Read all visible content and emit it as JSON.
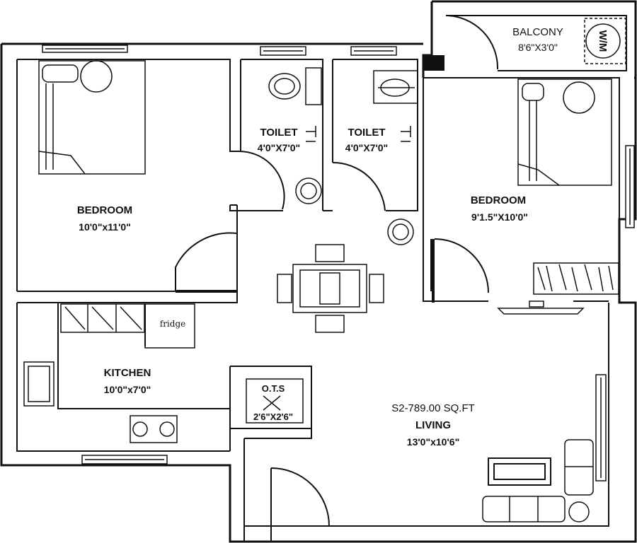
{
  "plan": {
    "area_text": "S2-789.00 SQ.FT",
    "fridge_label": "fridge",
    "rooms": {
      "bedroom_left": {
        "name": "BEDROOM",
        "size": "10'0\"x11'0\""
      },
      "toilet_left": {
        "name": "TOILET",
        "size": "4'0\"X7'0\""
      },
      "toilet_right": {
        "name": "TOILET",
        "size": "4'0\"X7'0\""
      },
      "bedroom_right": {
        "name": "BEDROOM",
        "size": "9'1.5\"X10'0\""
      },
      "balcony": {
        "name": "BALCONY",
        "size": "8'6\"X3'0\""
      },
      "kitchen": {
        "name": "KITCHEN",
        "size": "10'0\"x7'0\""
      },
      "living": {
        "name": "LIVING",
        "size": "13'0\"x10'6\""
      },
      "ots": {
        "name": "O.T.S",
        "size": "2'6\"X2'6\""
      }
    },
    "appliance_labels": {
      "washing_machine": "W/M"
    },
    "colors": {
      "wall": "#111111",
      "background": "#ffffff"
    }
  }
}
